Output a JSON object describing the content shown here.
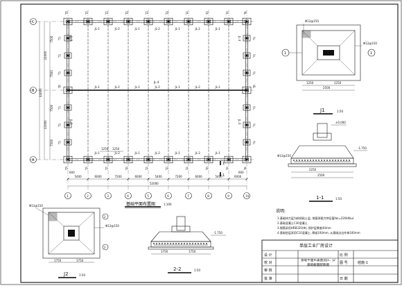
{
  "plan": {
    "axes_h": [
      "A",
      "B",
      "C"
    ],
    "axes_v": [
      "1",
      "2",
      "3",
      "4",
      "5",
      "6",
      "7",
      "8",
      "9",
      "10"
    ],
    "col_labels_top": [
      "J5",
      "J1",
      "J2",
      "J3",
      "J4"
    ],
    "col_label_j6": "J6",
    "col_label_j7": "J7",
    "beam_v_label": "JL-3",
    "beam_h_labels": [
      "JL-1",
      "JL-2",
      "JL-1",
      "JL-2",
      "JL-1",
      "JL-2",
      "JL-1"
    ],
    "beam_mid_label": "JL-4",
    "dims_bottom_segments": [
      "5400",
      "6000",
      "7200",
      "6000",
      "5400",
      "7200",
      "6000",
      "5400",
      "6000"
    ],
    "dim_total": "52000",
    "dims_left": [
      "7500",
      "7500",
      "7500",
      "7500"
    ],
    "dims_left_totals": [
      "22000",
      "22000"
    ],
    "dim_overall_left": "44000",
    "edge_offset": "600",
    "section_mark": "1",
    "detail_dim_a": "1250",
    "detail_dim_b": "1250",
    "title": "基础平面布置图",
    "scale": "1:100"
  },
  "j1": {
    "rebar": "Φ12@150",
    "dims": [
      "1250",
      "1250",
      "2500"
    ],
    "title": "J1",
    "scale": "1:50"
  },
  "section11": {
    "elev": "±0.000",
    "elev_low": "-1.750",
    "rebar": "Φ12@150",
    "dims": [
      "2250",
      "2500"
    ],
    "title": "1-1",
    "scale": "1:50"
  },
  "j2": {
    "rebar": "Φ12@150",
    "dims": [
      "1750",
      "1750"
    ],
    "title": "J2",
    "scale": "1:50"
  },
  "section22": {
    "elev": "-1.750",
    "dims": [
      "1750",
      "1750"
    ],
    "title": "2-2",
    "scale": "1:50"
  },
  "notes": {
    "heading": "说明:",
    "lines": [
      "1.基础持力层为粉质粘土层, 地基承载力特征值fak=220kN/㎡",
      "2.基础混凝土C30混凝土",
      "3.钢筋采用HRB335(Φ), 保护层厚度40mm",
      "4.基础垫层采用C10混凝土, 厚度100mm, 从基础边出外伸100mm"
    ]
  },
  "titleblock": {
    "project": "单层工业厂房设计",
    "rows": [
      "设 计",
      "校 对",
      "审 核",
      "批 准"
    ],
    "right_labels": [
      "比 例",
      "图 号",
      "日 期"
    ],
    "drawing_name": "基础平面布置图及J1、J2基础截面配筋图",
    "drawing_no": "结施-1"
  }
}
